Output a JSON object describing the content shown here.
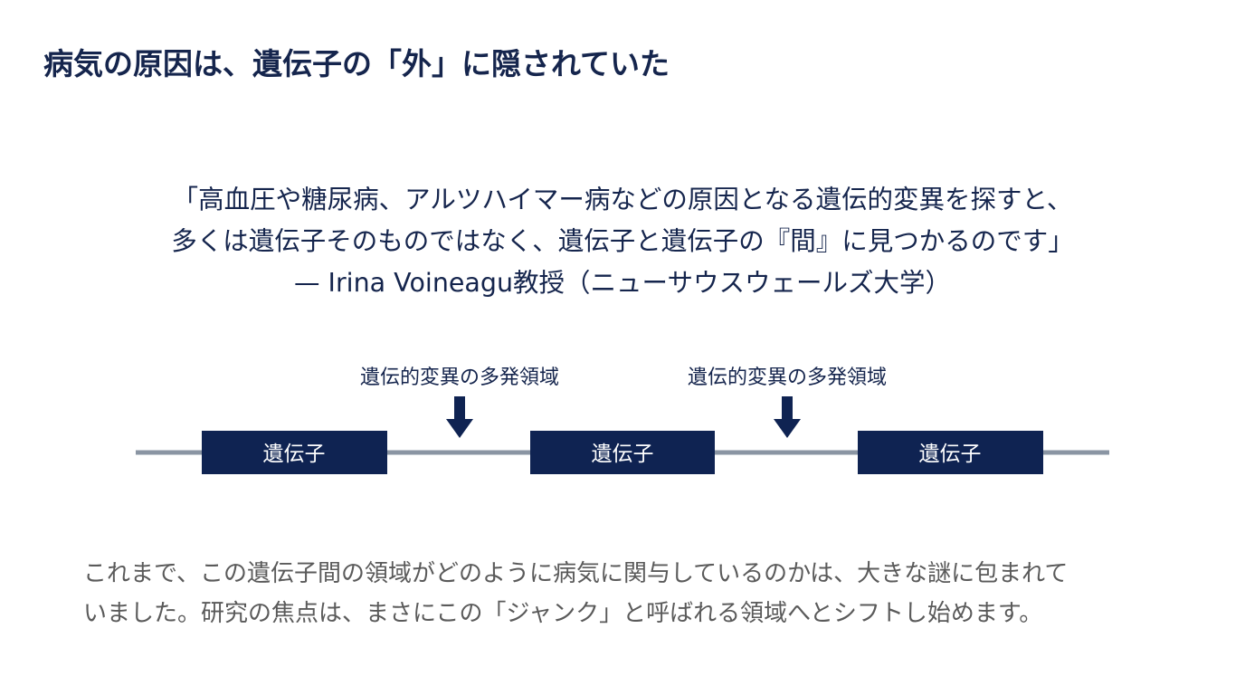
{
  "title": "病気の原因は、遺伝子の「外」に隠されていた",
  "quote": {
    "line1": "「高血圧や糖尿病、アルツハイマー病などの原因となる遺伝的変異を探すと、",
    "line2": "多くは遺伝子そのものではなく、遺伝子と遺伝子の『間』に見つかるのです」",
    "attribution": "— Irina Voineagu教授（ニューサウスウェールズ大学）"
  },
  "diagram": {
    "genes": [
      {
        "label": "遺伝子"
      },
      {
        "label": "遺伝子"
      },
      {
        "label": "遺伝子"
      }
    ],
    "hotspots": [
      {
        "label": "遺伝的変異の多発領域"
      },
      {
        "label": "遺伝的変異の多発領域"
      }
    ],
    "colors": {
      "gene": "#0f2352",
      "line": "#8a95a3",
      "arrow": "#0f2352"
    }
  },
  "bottom": {
    "line1": "これまで、この遺伝子間の領域がどのように病気に関与しているのかは、大きな謎に包まれて",
    "line2": "いました。研究の焦点は、まさにこの「ジャンク」と呼ばれる領域へとシフトし始めます。"
  }
}
